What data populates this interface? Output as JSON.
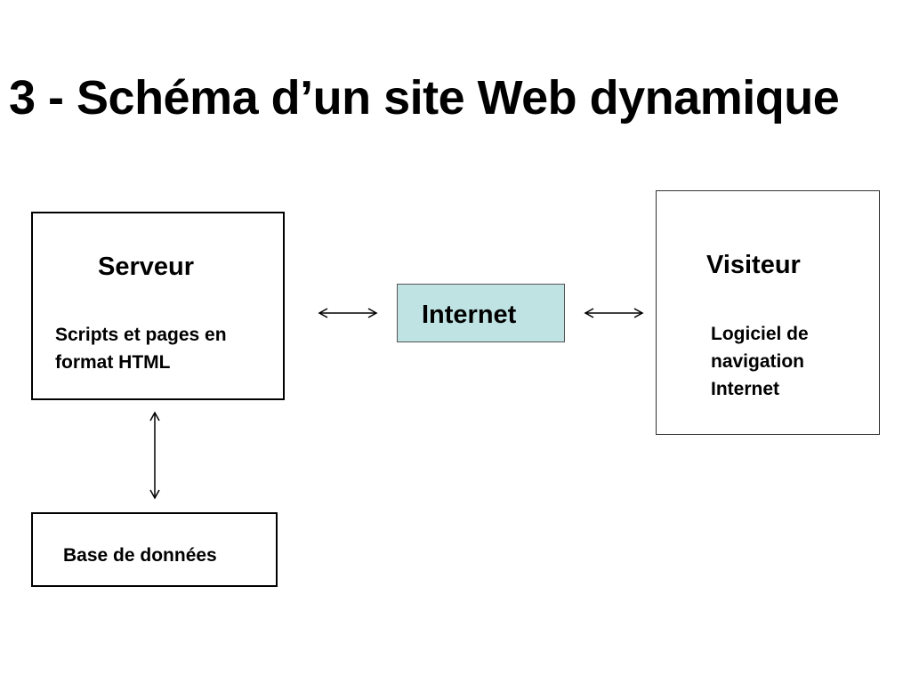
{
  "slide": {
    "title": "3 - Schéma d’un site Web dynamique"
  },
  "server": {
    "title": "Serveur",
    "lines": [
      "Scripts et pages en",
      "format HTML"
    ]
  },
  "internet": {
    "label": "Internet",
    "fill_color": "#bfe3e3"
  },
  "visitor": {
    "title": "Visiteur",
    "lines": [
      "Logiciel de",
      "navigation",
      "Internet"
    ]
  },
  "database": {
    "label": "Base de données"
  },
  "connectors": [
    {
      "from": "server",
      "to": "internet",
      "type": "bidirectional-arrow"
    },
    {
      "from": "internet",
      "to": "visitor",
      "type": "bidirectional-arrow"
    },
    {
      "from": "server",
      "to": "database",
      "type": "bidirectional-arrow"
    }
  ]
}
